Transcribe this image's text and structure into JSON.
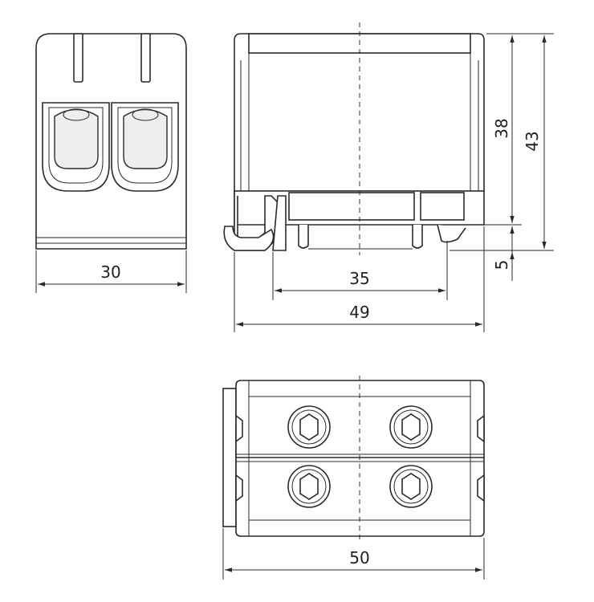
{
  "drawing": {
    "dimensions": {
      "front_width": "30",
      "pitch": "35",
      "side_width": "49",
      "height_inner": "38",
      "height_total": "43",
      "height_base": "5",
      "top_width": "50"
    }
  }
}
